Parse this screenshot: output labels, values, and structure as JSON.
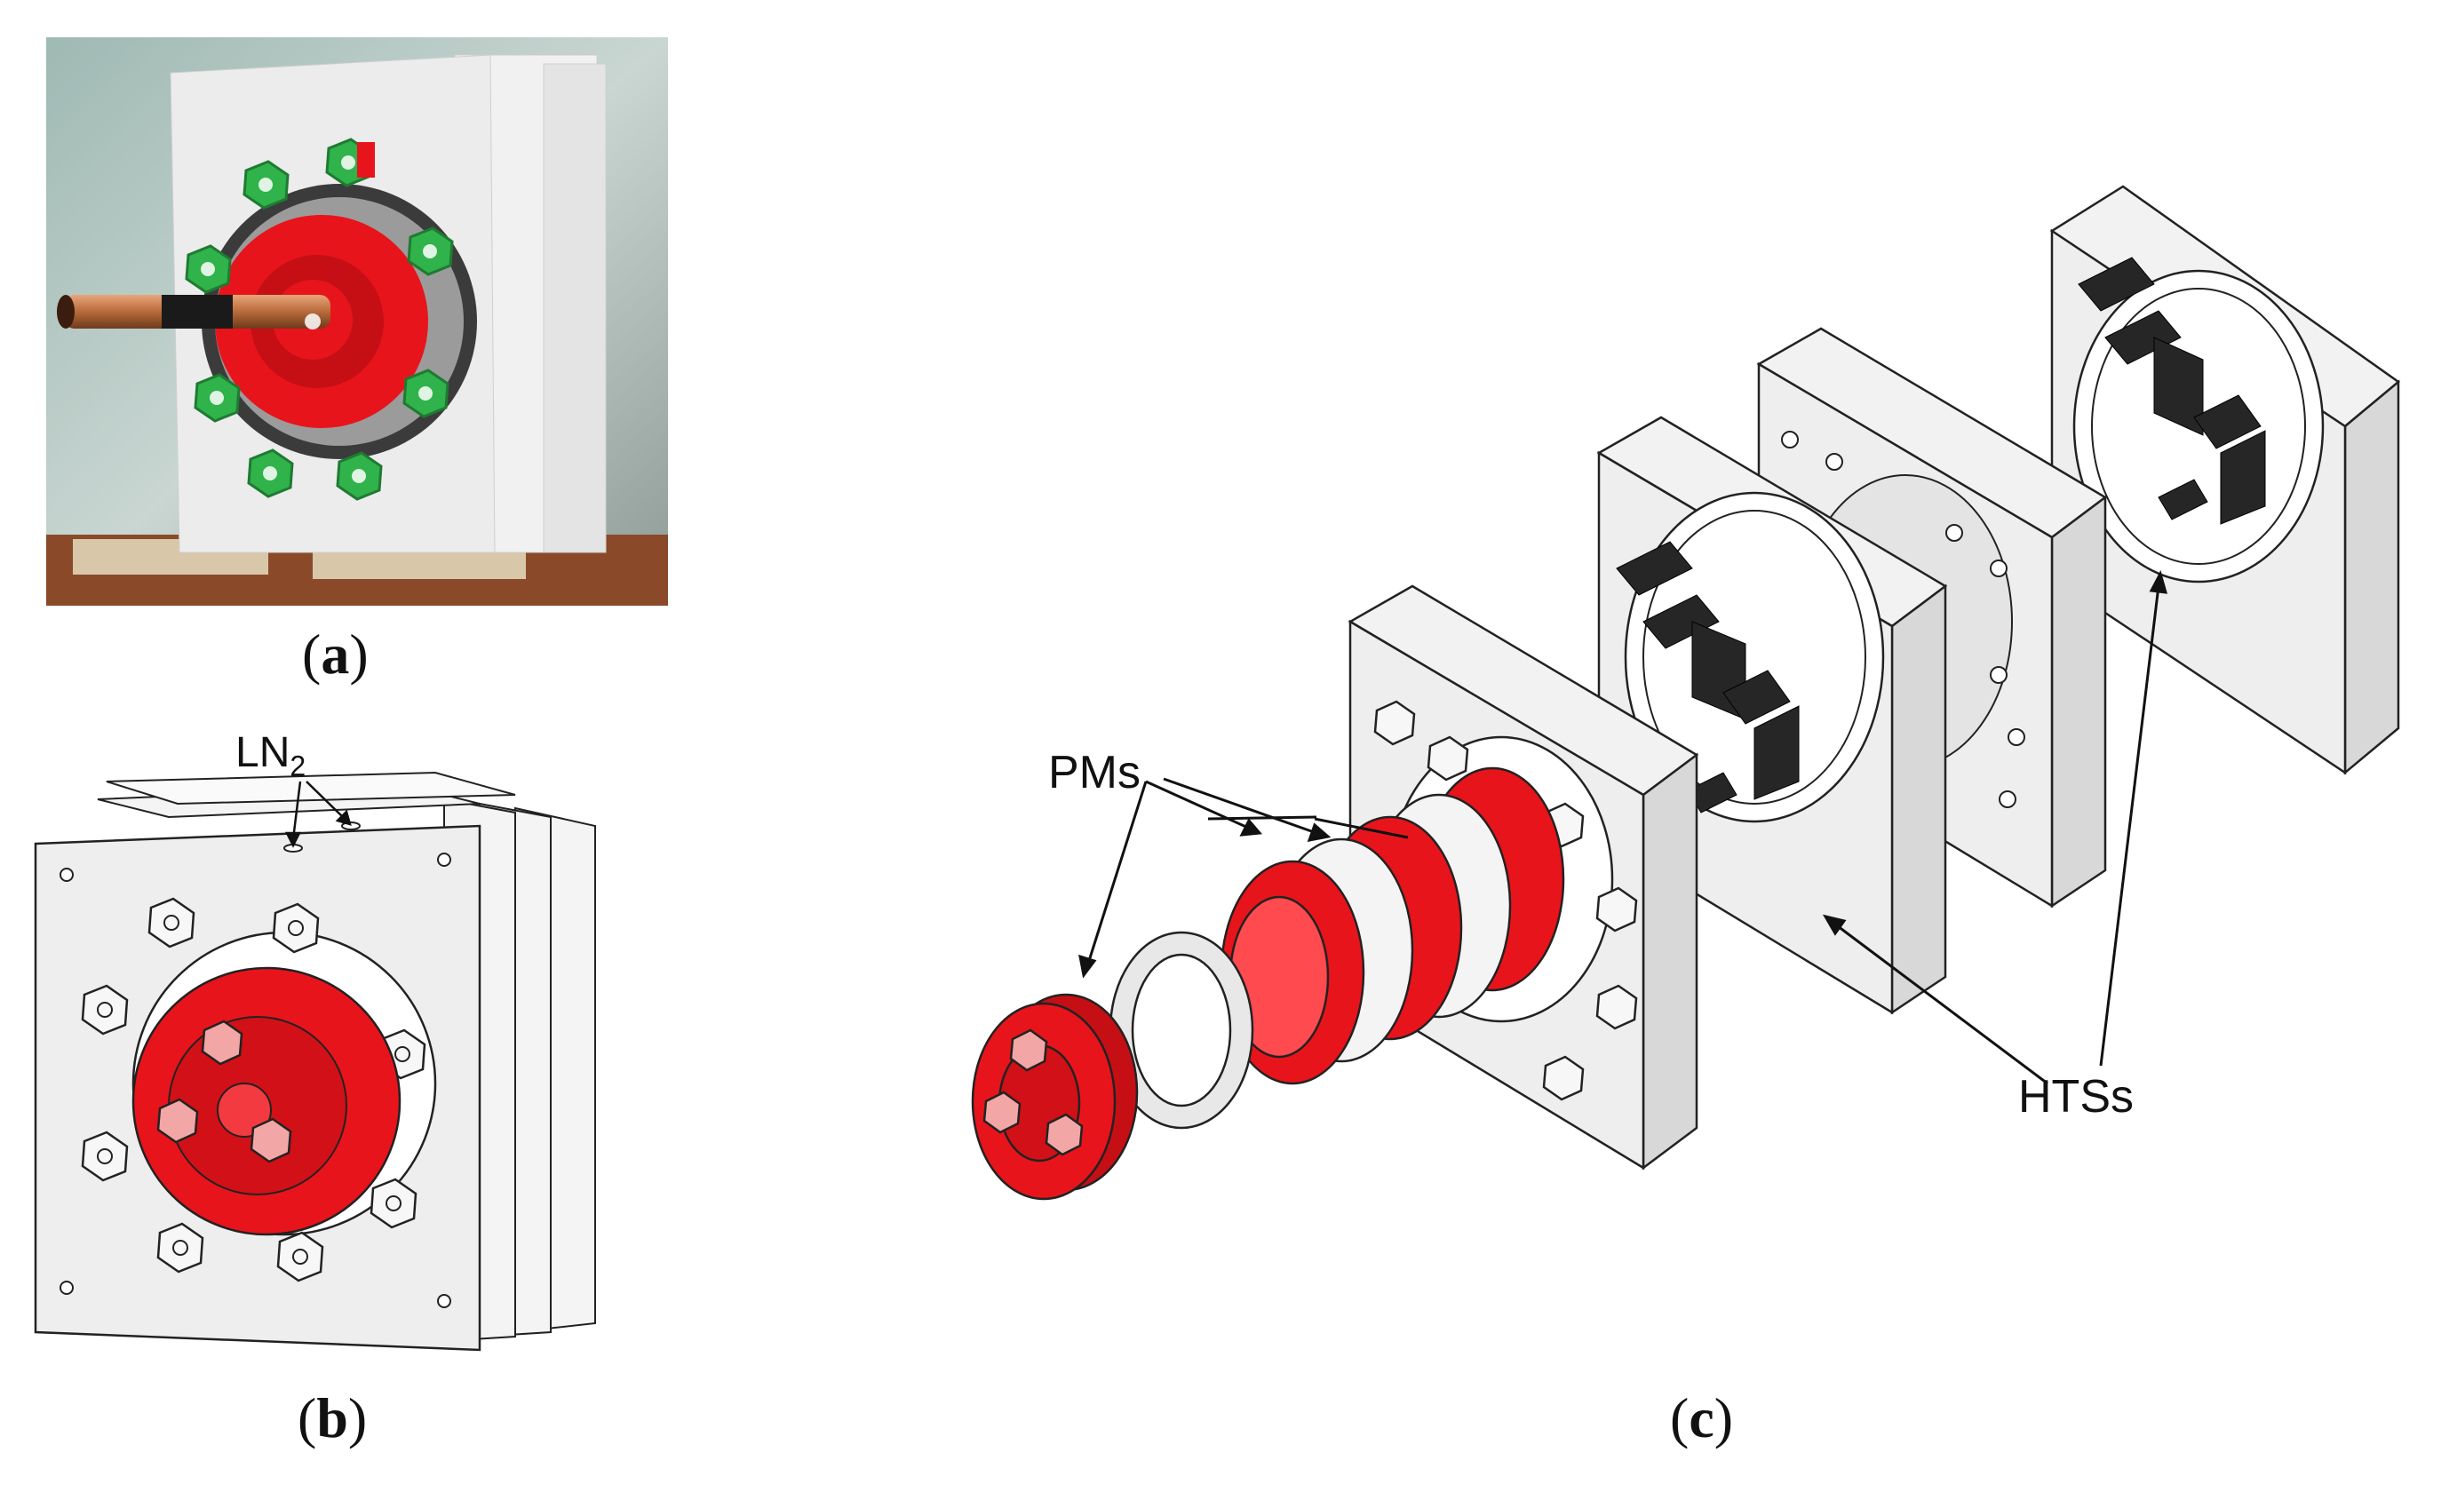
{
  "panels": {
    "a": {
      "caption_open": "(",
      "caption_letter": "a",
      "caption_close": ")"
    },
    "b": {
      "caption_open": "(",
      "caption_letter": "b",
      "caption_close": ")",
      "label_ln": "LN",
      "label_sub": "2"
    },
    "c": {
      "caption_open": "(",
      "caption_letter": "c",
      "caption_close": ")",
      "label_pms": "PMs",
      "label_htss": "HTSs"
    }
  },
  "colors": {
    "magnet_red": "#e8141b",
    "nut_green": "#2fb34a",
    "plate_gray": "#e6e6e6",
    "block_dark": "#262626",
    "copper": "#b86a3a"
  }
}
